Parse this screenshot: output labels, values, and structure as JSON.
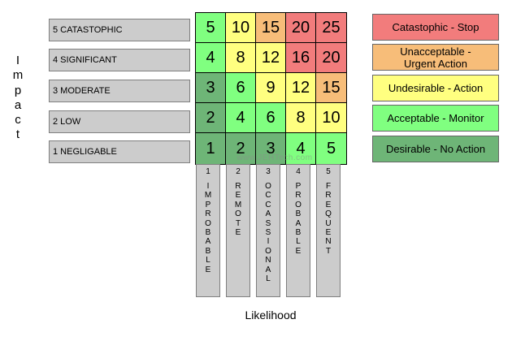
{
  "axis": {
    "vertical_letters": [
      "I",
      "m",
      "p",
      "a",
      "c",
      "t"
    ],
    "horizontal_title": "Likelihood"
  },
  "impact_rows": [
    {
      "label": "5 CATASTOPHIC"
    },
    {
      "label": "4 SIGNIFICANT"
    },
    {
      "label": "3 MODERATE"
    },
    {
      "label": "2 LOW"
    },
    {
      "label": "1 NEGLIGABLE"
    }
  ],
  "matrix": {
    "rows": [
      [
        "5",
        "10",
        "15",
        "20",
        "25"
      ],
      [
        "4",
        "8",
        "12",
        "16",
        "20"
      ],
      [
        "3",
        "6",
        "9",
        "12",
        "15"
      ],
      [
        "2",
        "4",
        "6",
        "8",
        "10"
      ],
      [
        "1",
        "2",
        "3",
        "4",
        "5"
      ]
    ],
    "levels": [
      [
        "green",
        "yellow",
        "orange",
        "red",
        "red"
      ],
      [
        "green",
        "yellow",
        "yellow",
        "red",
        "red"
      ],
      [
        "darkgreen",
        "green",
        "yellow",
        "yellow",
        "orange"
      ],
      [
        "darkgreen",
        "green",
        "green",
        "yellow",
        "yellow"
      ],
      [
        "darkgreen",
        "darkgreen",
        "darkgreen",
        "green",
        "green"
      ]
    ]
  },
  "likelihood_columns": [
    {
      "number": "1",
      "word": "IMPROBABLE"
    },
    {
      "number": "2",
      "word": "REMOTE"
    },
    {
      "number": "3",
      "word": "OCCASSIONAL"
    },
    {
      "number": "4",
      "word": "PROBABLE"
    },
    {
      "number": "5",
      "word": "FREQUENT"
    }
  ],
  "legend": [
    {
      "label": "Catastophic - Stop",
      "level": "red"
    },
    {
      "label": "Unacceptable -\nUrgent Action",
      "level": "orange"
    },
    {
      "label": "Undesirable - Action",
      "level": "yellow"
    },
    {
      "label": "Acceptable - Monitor",
      "level": "green"
    },
    {
      "label": "Desirable - No Action",
      "level": "darkgreen"
    }
  ],
  "colors": {
    "red": "#f27c7c",
    "orange": "#f7bd79",
    "yellow": "#ffff80",
    "green": "#80ff80",
    "darkgreen": "#6eb577"
  },
  "watermark": "www.JEHTech.com"
}
